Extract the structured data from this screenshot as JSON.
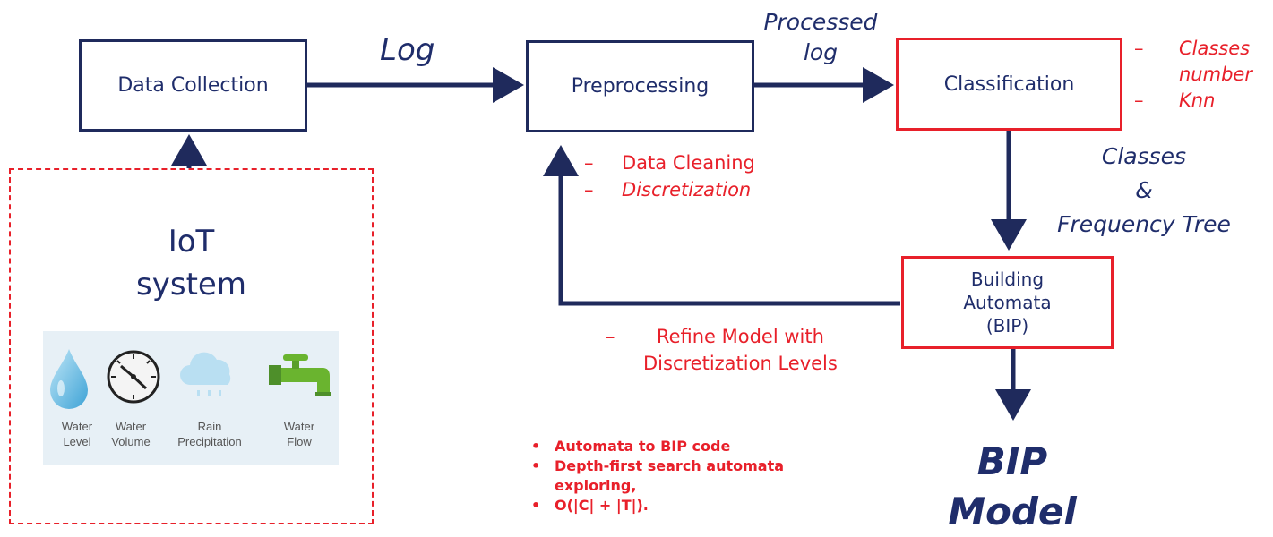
{
  "boxes": {
    "data_collection": "Data Collection",
    "preprocessing": "Preprocessing",
    "classification": "Classification",
    "building_automata": [
      "Building",
      "Automata",
      "(BIP)"
    ]
  },
  "edge_labels": {
    "log": "Log",
    "processed_log": [
      "Processed",
      "log"
    ],
    "classes_tree": [
      "Classes",
      "&",
      "Frequency Tree"
    ]
  },
  "preprocessing_notes": [
    {
      "dash": "–",
      "text": "Data Cleaning",
      "italic": false
    },
    {
      "dash": "–",
      "text": "Discretization",
      "italic": true
    }
  ],
  "classification_notes": [
    {
      "dash": "–",
      "text": "Classes"
    },
    {
      "dash": "",
      "text": "number"
    },
    {
      "dash": "–",
      "text": "Knn"
    }
  ],
  "refine_note": {
    "dash": "–",
    "lines": [
      "Refine Model with",
      "Discretization Levels"
    ]
  },
  "iot": {
    "title": [
      "IoT",
      "system"
    ],
    "sensors": [
      {
        "icon": "water-drop-icon",
        "label": [
          "Water",
          "Level"
        ]
      },
      {
        "icon": "gauge-icon",
        "label": [
          "Water",
          "Volume"
        ]
      },
      {
        "icon": "rain-cloud-icon",
        "label": [
          "Rain",
          "Precipitation"
        ]
      },
      {
        "icon": "faucet-icon",
        "label": [
          "Water",
          "Flow"
        ]
      }
    ]
  },
  "bip_bullets": [
    {
      "bullet": "•",
      "text": "Automata to BIP code"
    },
    {
      "bullet": "•",
      "text": "Depth-first search automata"
    },
    {
      "bullet": "",
      "text": "exploring,"
    },
    {
      "bullet": "•",
      "text": "O(|C| + |T|)."
    }
  ],
  "output": [
    "BIP",
    "Model"
  ],
  "colors": {
    "navy": "#1f2a5c",
    "red": "#e8202a",
    "text": "#1f2d6b"
  }
}
